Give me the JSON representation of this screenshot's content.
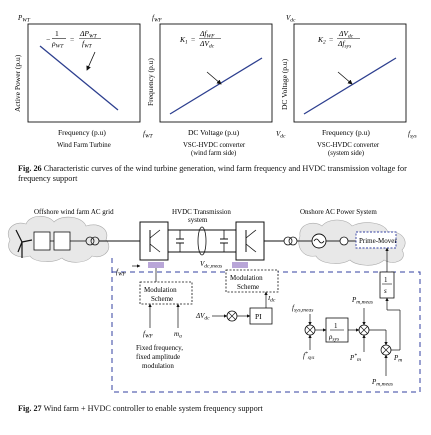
{
  "fig26": {
    "plots": [
      {
        "ylabel": "Active Power (p.u)",
        "ytop": "P_WT",
        "xlabel": "Frequency (p.u)",
        "xend": "f_WT",
        "caption_lines": [
          "Wind Farm Turbine"
        ],
        "equation": "−(1/ρ_WT) = ΔP_WT / f_WT",
        "line_color": "#2d3f8f"
      },
      {
        "ylabel": "Frequency (p.u)",
        "ytop": "f_WF",
        "xlabel": "DC Voltage (p.u)",
        "xend": "V_dc",
        "caption_lines": [
          "VSC-HVDC converter",
          "(wind farm side)"
        ],
        "equation": "K₁ = Δf_WF / ΔV_dc",
        "line_color": "#2d3f8f"
      },
      {
        "ylabel": "DC Voltage (p.u)",
        "ytop": "V_dc",
        "xlabel": "Frequency (p.u)",
        "xend": "f_sys",
        "caption_lines": [
          "VSC-HVDC converter",
          "(system side)"
        ],
        "equation": "K₂ = ΔV_dc / Δf_sys",
        "line_color": "#2d3f8f"
      }
    ],
    "caption_label": "Fig. 26",
    "caption_text": "Characteristic curves of the wind turbine generation, wind farm frequency and HVDC transmission voltage for frequency support"
  },
  "fig27": {
    "labels": {
      "offshore": "Offshore wind farm AC grid",
      "hvdc": "HVDC Transmission",
      "hvdc2": "system",
      "onshore": "Onshore AC Power System",
      "prime_mover": "Prime-Mover",
      "modulation": "Modulation",
      "scheme": "Scheme",
      "fixed1": "Fixed frequency,",
      "fixed2": "fixed amplitude",
      "fixed3": "modulation",
      "pi": "PI",
      "f_wf": "f_WF",
      "f_wf_in": "f_WF",
      "m_a": "m_a",
      "v_dc_meas": "V_dc,meas",
      "delta_v_dc": "ΔV_dc",
      "i_dc": "I_dc",
      "f_sys_meas": "f_sys,meas",
      "f_sys_ref": "f*_sys",
      "p_m_meas": "P_m,meas",
      "p_m_ref": "P*_m",
      "p_m_meas2": "P_m,meas",
      "p_m": "P_m",
      "rho_sys": "1 / ρ_sys",
      "integrator": "1 / s",
      "line_color": "#3340a0"
    },
    "caption_label": "Fig. 27",
    "caption_text": "Wind farm + HVDC controller to enable system frequency support"
  }
}
